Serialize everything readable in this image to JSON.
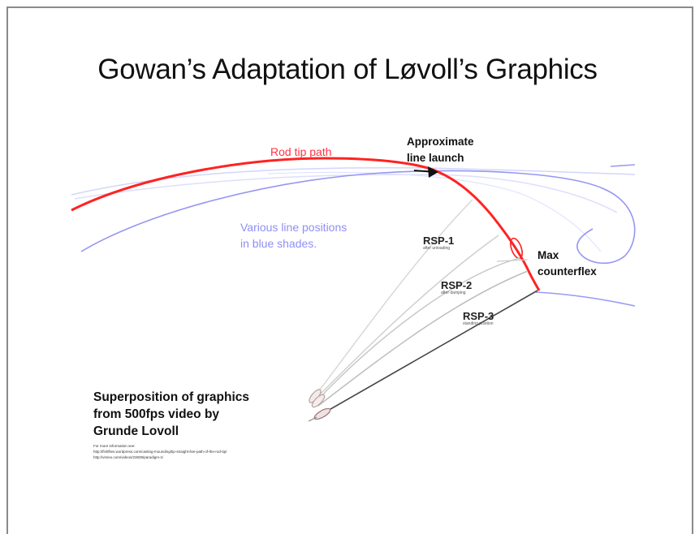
{
  "slide": {
    "title": "Gowan’s Adaptation of Løvoll’s Graphics"
  },
  "labels": {
    "rod_tip_path": "Rod tip path",
    "launch_line1": "Approximate",
    "launch_line2": "line launch",
    "blue_line1": "Various line positions",
    "blue_line2": "in blue shades.",
    "rsp1": "RSP-1",
    "rsp1_sub": "after unloading",
    "rsp2": "RSP-2",
    "rsp2_sub": "after damping",
    "rsp3": "RSP-3",
    "rsp3_sub": "standing position",
    "max_line1": "Max",
    "max_line2": "counterflex"
  },
  "caption": {
    "line1": "Superposition of graphics",
    "line2": "from 500fps video by",
    "line3": "Grunde Lovoll",
    "more_info": "For more information see:",
    "link1": "http://fishflies.wordpress.com/casting-mounding/tip-straight-line-path-of-the-rod-tip/",
    "link2": "http://vimeo.com/videos/23839/paradigm-1/"
  },
  "colors": {
    "rod_tip": "#ff2222",
    "line_blue": "#9a9af5",
    "line_blue_light": "#d0d4fb",
    "rod_gray": "#444444",
    "rod_gray_light": "#cccccc",
    "title_text": "#111111"
  },
  "icons": {
    "arrow": "launch-arrow-icon",
    "grip": "rod-grip-icon"
  }
}
